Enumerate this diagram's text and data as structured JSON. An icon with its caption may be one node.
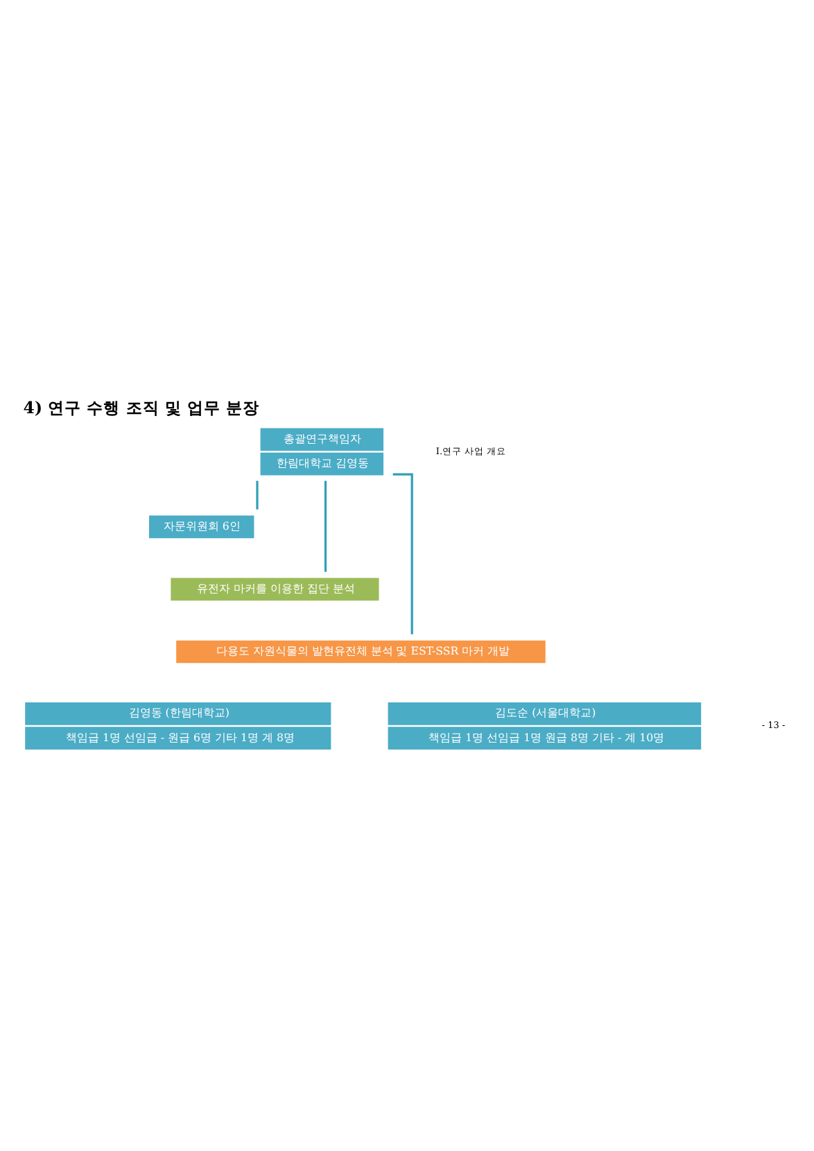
{
  "diagram": {
    "title": "4) 연구 수행 조직 및 업무 분장",
    "nodes": [
      {
        "text": [
          "총괄연구책임자",
          "한림대학교 김영동"
        ]
      },
      {
        "text": [
          "자문위원회 6인"
        ]
      },
      {
        "text": [
          "유전자 마커를 이용한 집단 분석"
        ]
      },
      {
        "text": [
          "다용도 자원식물의 발현유전체 분석 및 EST-SSR 마커 개발"
        ]
      },
      {
        "text": [
          "김영동 (한림대학교)",
          "책임급 1명 선임급 - 원급 6명 기타 1명 계 8명"
        ]
      },
      {
        "text": [
          "김도순 (서울대학교)",
          "책임급 1명 선임급 1명 원급 8명 기타 - 계 10명"
        ]
      }
    ],
    "edges": [
      {
        "from": 0,
        "to": 1,
        "arrow": "none"
      },
      {
        "from": 0,
        "to": 2,
        "arrow": "none"
      },
      {
        "from": 0,
        "to": 3,
        "arrow": "none"
      }
    ],
    "labels": [
      "Ⅰ.연구 사업 개요",
      "- 13 -"
    ]
  }
}
